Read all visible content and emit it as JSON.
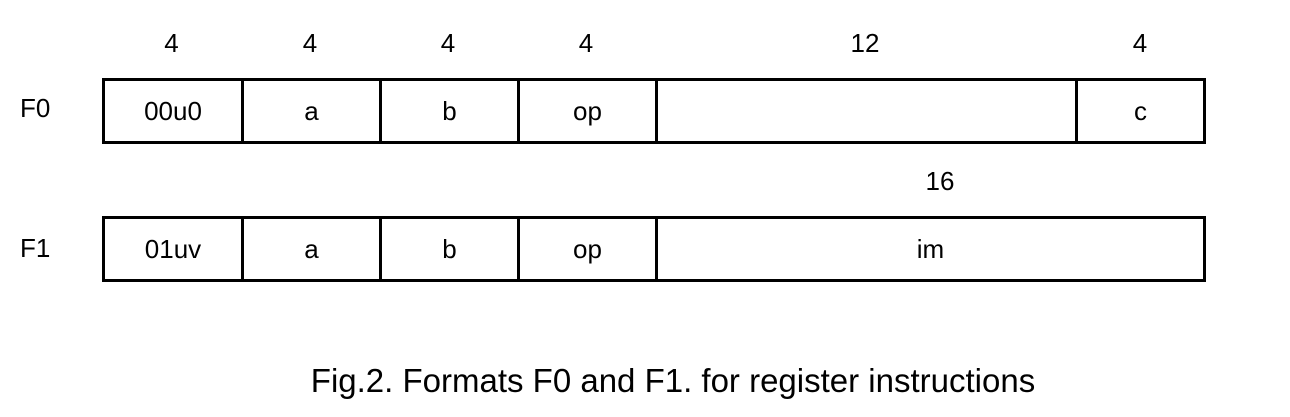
{
  "f0": {
    "label": "F0",
    "bit_widths": [
      "4",
      "4",
      "4",
      "4",
      "12",
      "4"
    ],
    "fields": [
      "00u0",
      "a",
      "b",
      "op",
      "",
      "c"
    ]
  },
  "f1": {
    "label": "F1",
    "bit_widths": [
      "16"
    ],
    "fields": [
      "01uv",
      "a",
      "b",
      "op",
      "im"
    ]
  },
  "caption": "Fig.2.  Formats F0 and F1. for register instructions"
}
